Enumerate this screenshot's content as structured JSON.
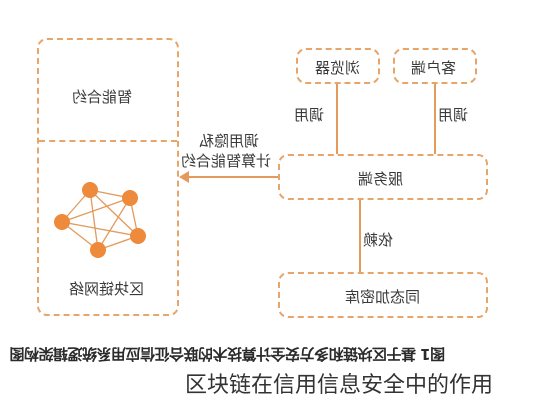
{
  "diagram": {
    "smart_contract_label": "智能合约",
    "blockchain_network_label": "区块链网络",
    "browser_label": "浏览器",
    "client_label": "客户端",
    "call_label_left": "调用",
    "call_label_right": "调用",
    "server_label": "服务端",
    "privacy_call_line1": "调用隐私",
    "privacy_call_line2": "计算智能合约",
    "depends_label": "依赖",
    "homomorphic_label": "同态加密库",
    "figure_caption": "图1 基于区块链和多方安全计算技术的联合征信应用系统逻辑架构图"
  },
  "caption": "区块链在信用信息安全中的作用",
  "colors": {
    "accent": "#e39a5b",
    "node": "#ee8a3c"
  }
}
